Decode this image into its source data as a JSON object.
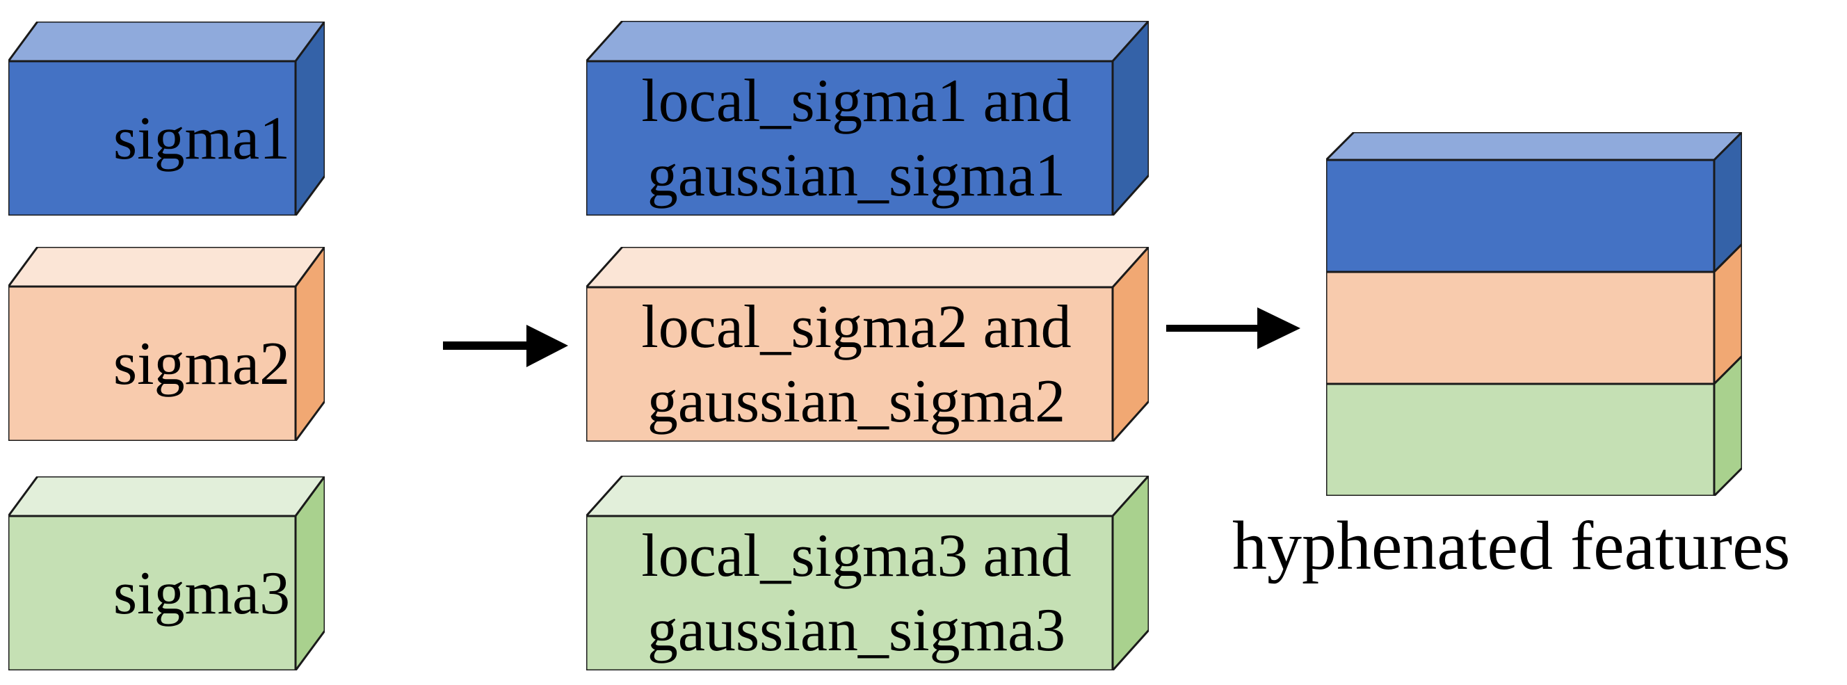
{
  "palette": {
    "blue": {
      "top": "#8FAADC",
      "front": "#4472C4",
      "side": "#3462A8"
    },
    "orange": {
      "top": "#FBE5D6",
      "front": "#F8CBAD",
      "side": "#F1A873"
    },
    "green": {
      "top": "#E2EFDA",
      "front": "#C5E0B4",
      "side": "#A9D18E"
    },
    "outline": "#1A1A1A",
    "arrow": "#000000",
    "text": "#000000"
  },
  "input_boxes": [
    {
      "label": "sigma1",
      "color": "blue"
    },
    {
      "label": "sigma2",
      "color": "orange"
    },
    {
      "label": "sigma3",
      "color": "green"
    }
  ],
  "feature_boxes": [
    {
      "line1": "local_sigma1 and",
      "line2": "gaussian_sigma1",
      "color": "blue"
    },
    {
      "line1": "local_sigma2 and",
      "line2": "gaussian_sigma2",
      "color": "orange"
    },
    {
      "line1": "local_sigma3 and",
      "line2": "gaussian_sigma3",
      "color": "green"
    }
  ],
  "output": {
    "label": "hyphenated features",
    "layers": [
      "blue",
      "orange",
      "green"
    ]
  }
}
